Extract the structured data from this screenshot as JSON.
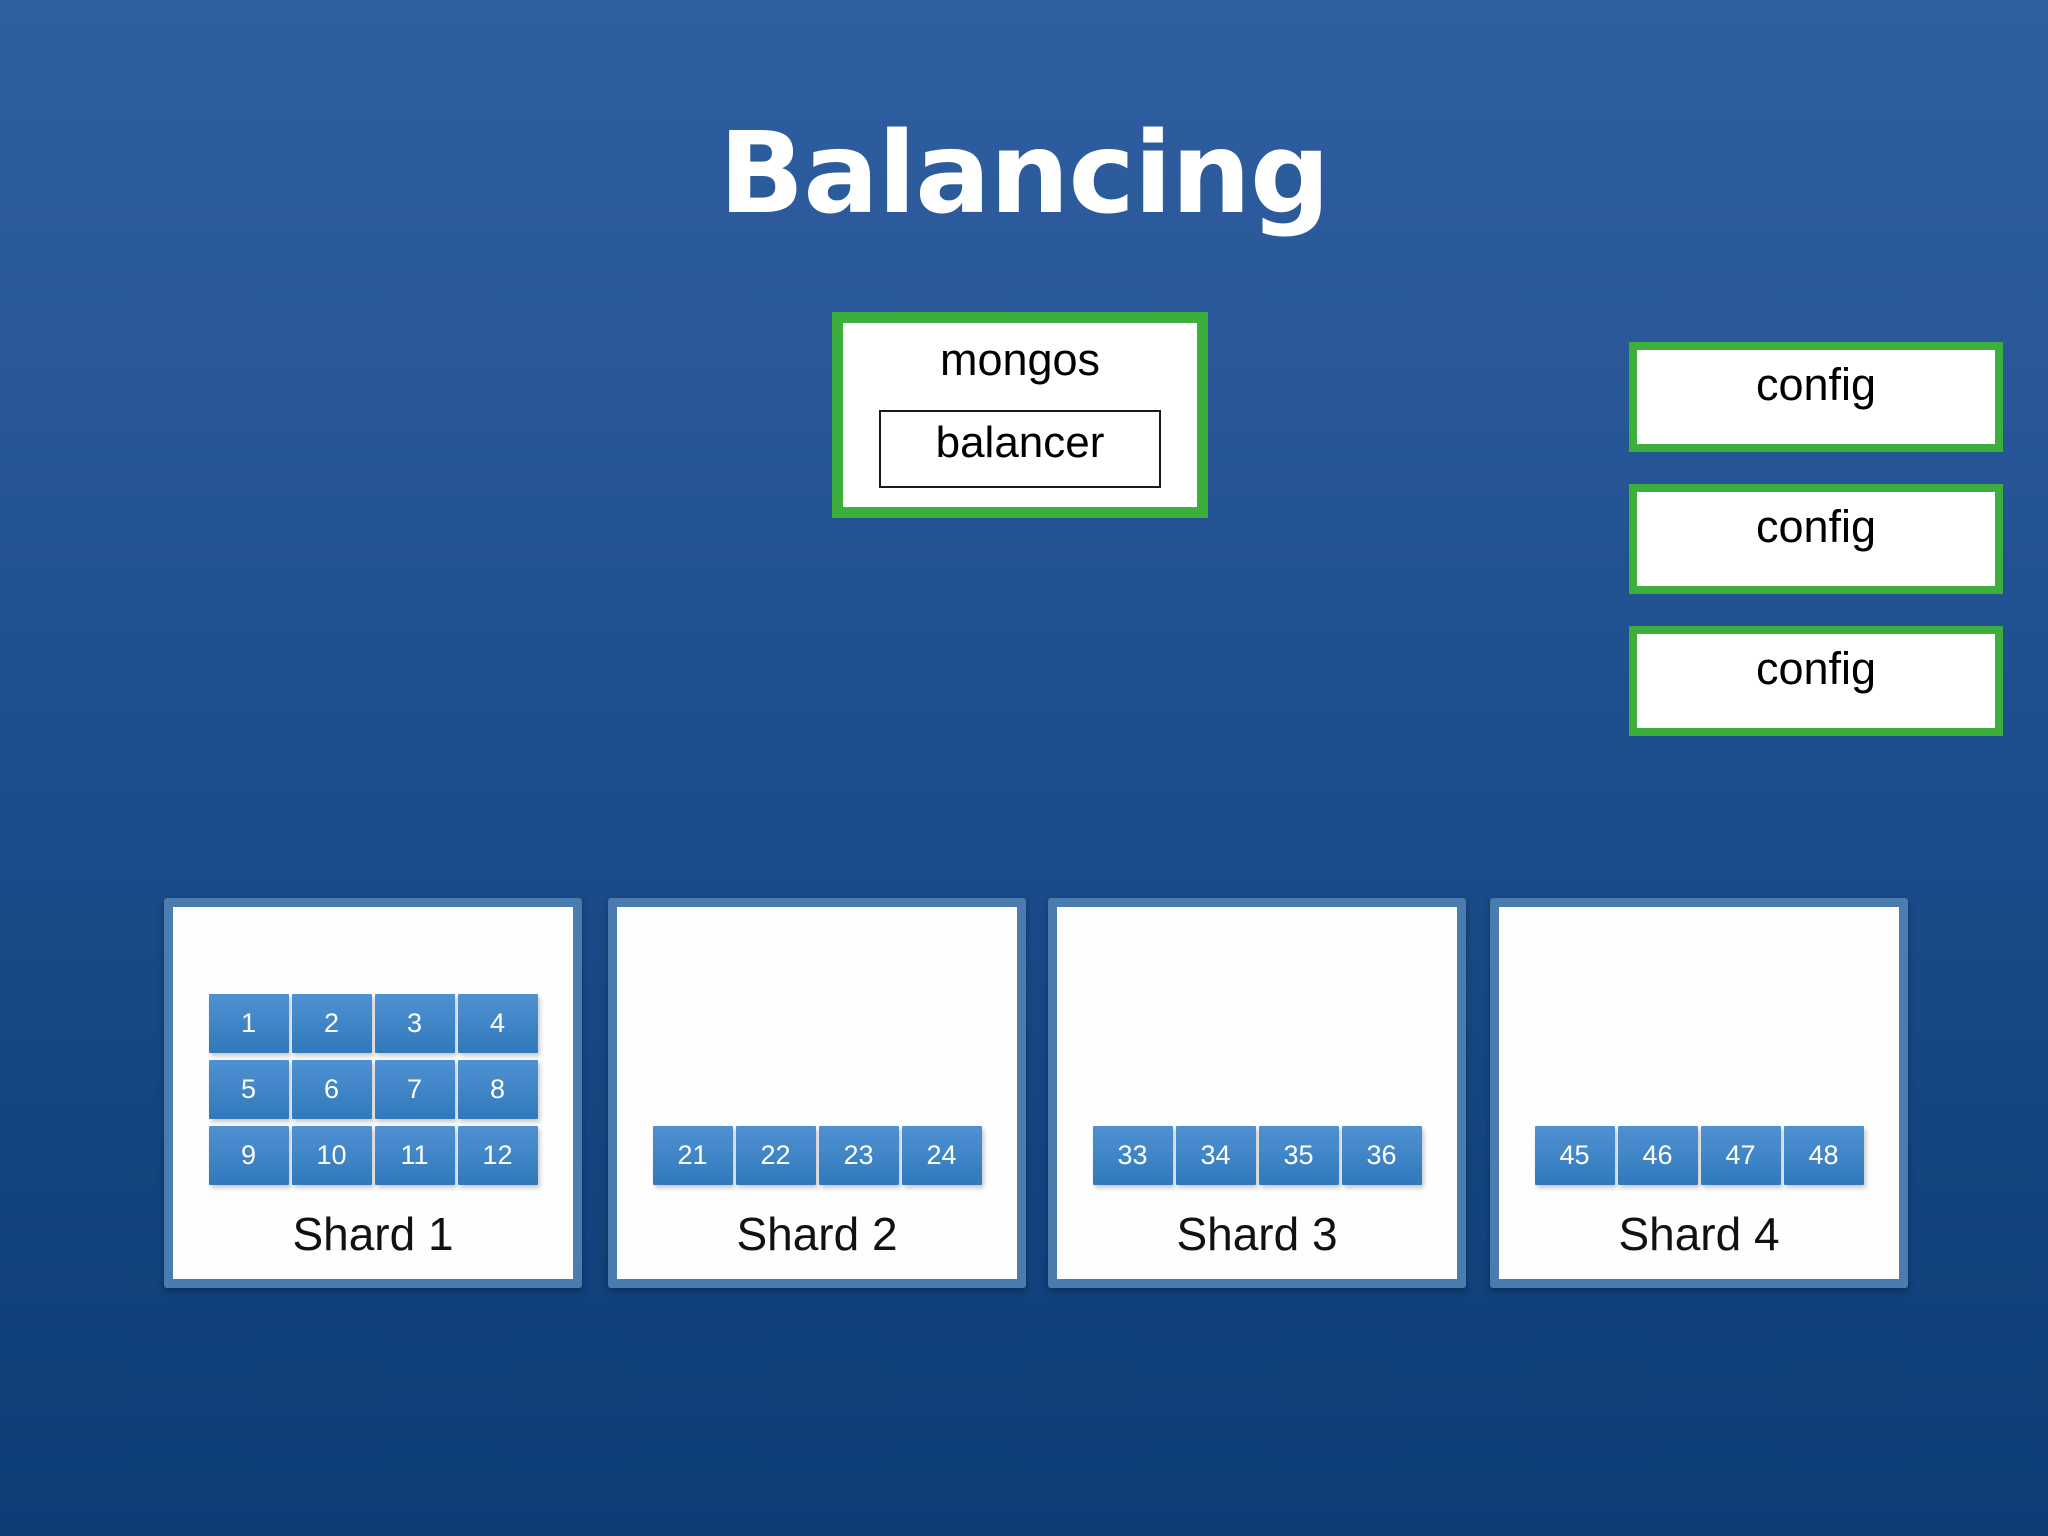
{
  "slide": {
    "title": "Balancing",
    "background_top_color": "#2e5fa0",
    "background_bottom_color": "#0d3c77",
    "accent_green": "#3cae3c",
    "chunk_blue": "#4287c8",
    "shard_border_color": "#4a7cb0"
  },
  "mongos": {
    "label": "mongos",
    "balancer_label": "balancer"
  },
  "config_servers": [
    {
      "label": "config"
    },
    {
      "label": "config"
    },
    {
      "label": "config"
    }
  ],
  "shards": [
    {
      "label": "Shard 1",
      "chunk_rows": [
        [
          "1",
          "2",
          "3",
          "4"
        ],
        [
          "5",
          "6",
          "7",
          "8"
        ],
        [
          "9",
          "10",
          "11",
          "12"
        ]
      ]
    },
    {
      "label": "Shard 2",
      "chunk_rows": [
        [
          "21",
          "22",
          "23",
          "24"
        ]
      ]
    },
    {
      "label": "Shard 3",
      "chunk_rows": [
        [
          "33",
          "34",
          "35",
          "36"
        ]
      ]
    },
    {
      "label": "Shard 4",
      "chunk_rows": [
        [
          "45",
          "46",
          "47",
          "48"
        ]
      ]
    }
  ]
}
